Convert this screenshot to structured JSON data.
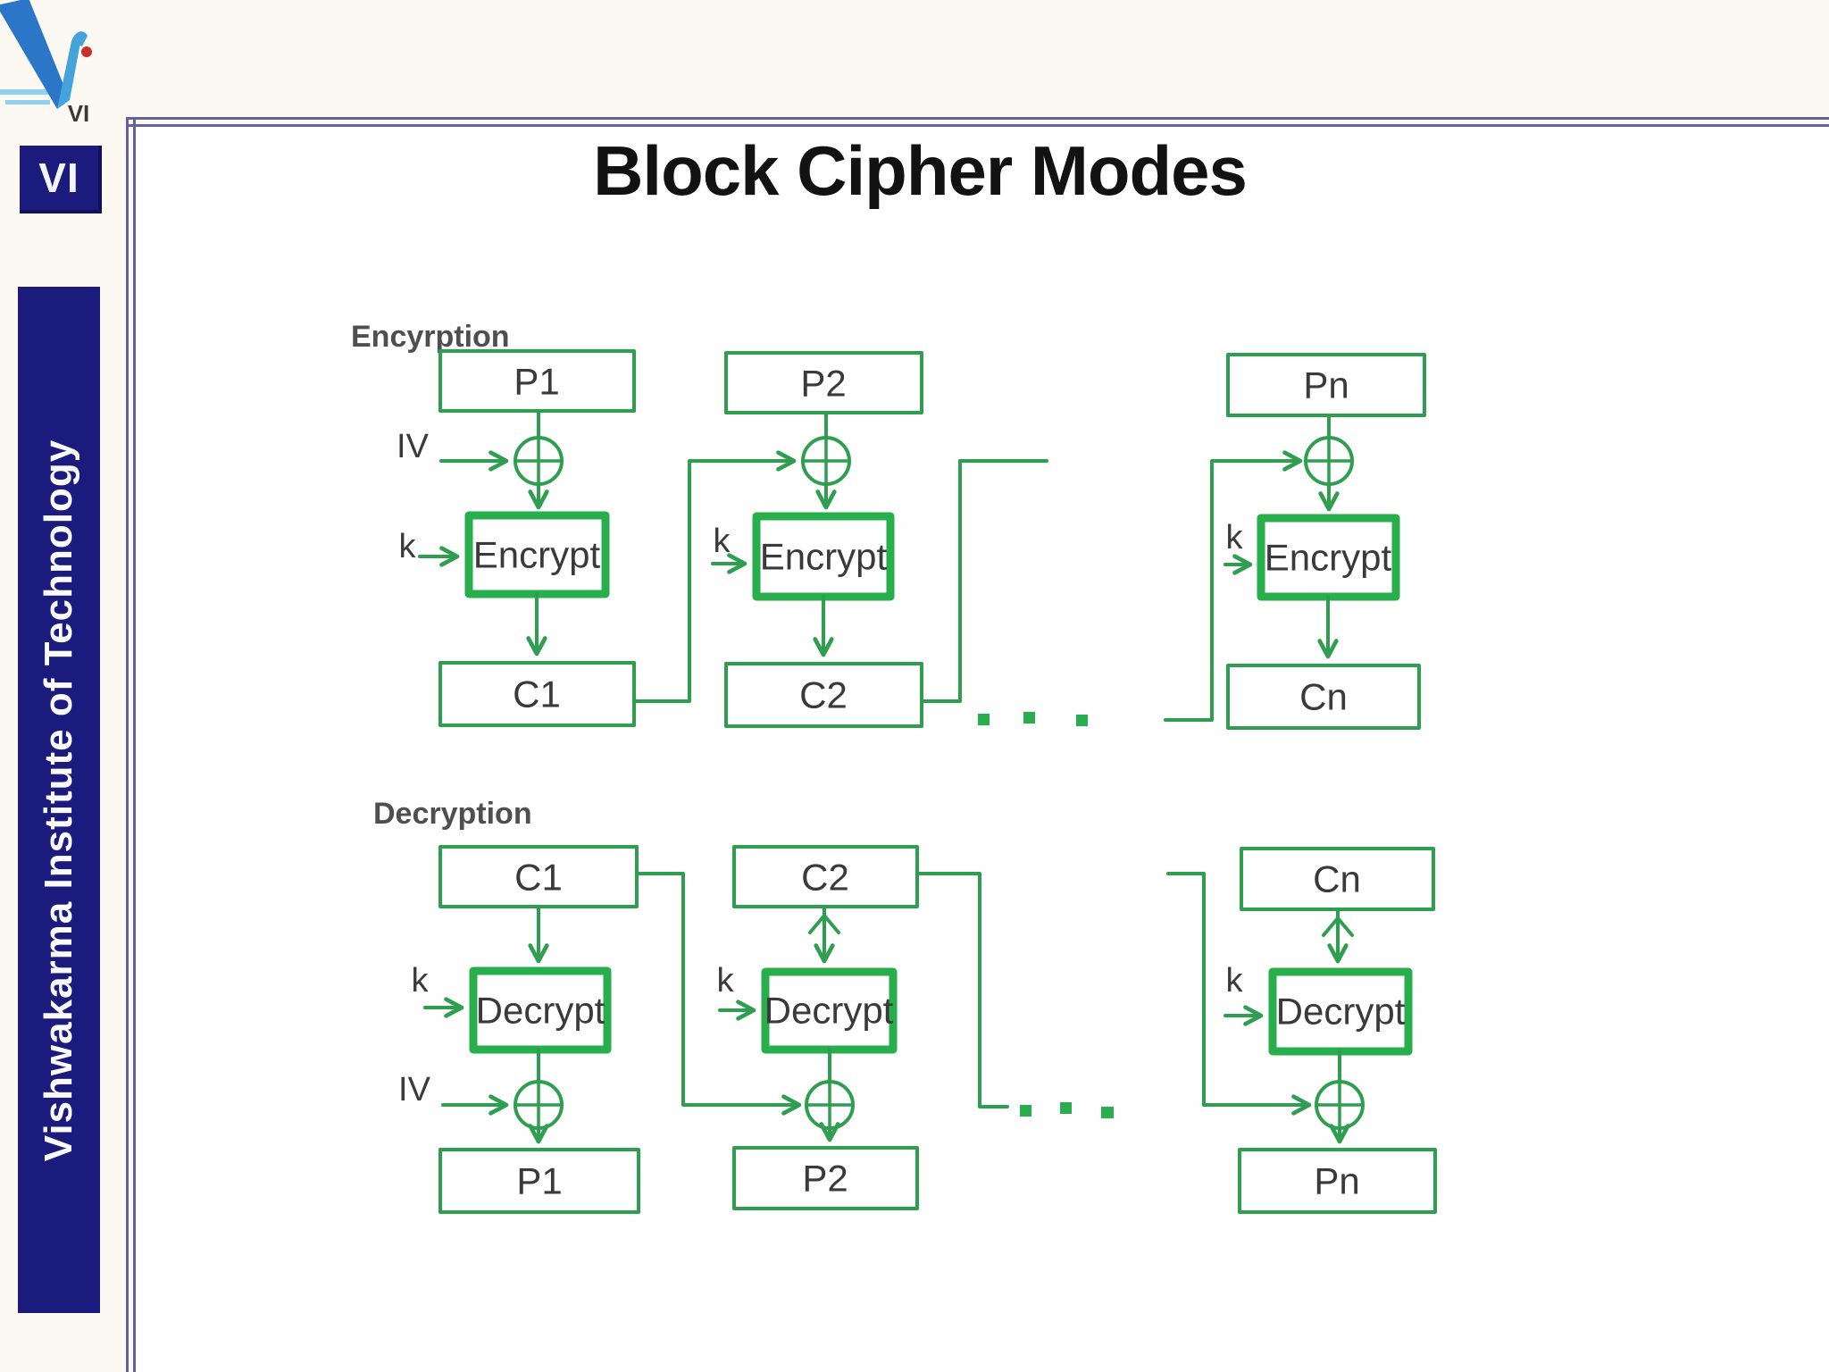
{
  "branding": {
    "logo_text": "VI",
    "badge_text": "VI",
    "sidebar_text": "Vishwakarma Institute of Technology"
  },
  "slide": {
    "title": "Block Cipher Modes"
  },
  "colors": {
    "diagram_green": "#2f9e51",
    "diagram_green_bold": "#28ae4c",
    "navy": "#1b1b7d",
    "frame_line": "#63639a",
    "logo_blue": "#2b76c6",
    "logo_light_blue": "#45a3dc",
    "logo_red_dot": "#c8302a"
  },
  "encryption": {
    "heading": "Encyrption",
    "iv_label": "IV",
    "key_label": "k",
    "columns": [
      {
        "input": "P1",
        "process": "Encrypt",
        "output": "C1"
      },
      {
        "input": "P2",
        "process": "Encrypt",
        "output": "C2"
      },
      {
        "input": "Pn",
        "process": "Encrypt",
        "output": "Cn"
      }
    ]
  },
  "decryption": {
    "heading": "Decryption",
    "iv_label": "IV",
    "key_label": "k",
    "columns": [
      {
        "input": "C1",
        "process": "Decrypt",
        "output": "P1"
      },
      {
        "input": "C2",
        "process": "Decrypt",
        "output": "P2"
      },
      {
        "input": "Cn",
        "process": "Decrypt",
        "output": "Pn"
      }
    ]
  }
}
